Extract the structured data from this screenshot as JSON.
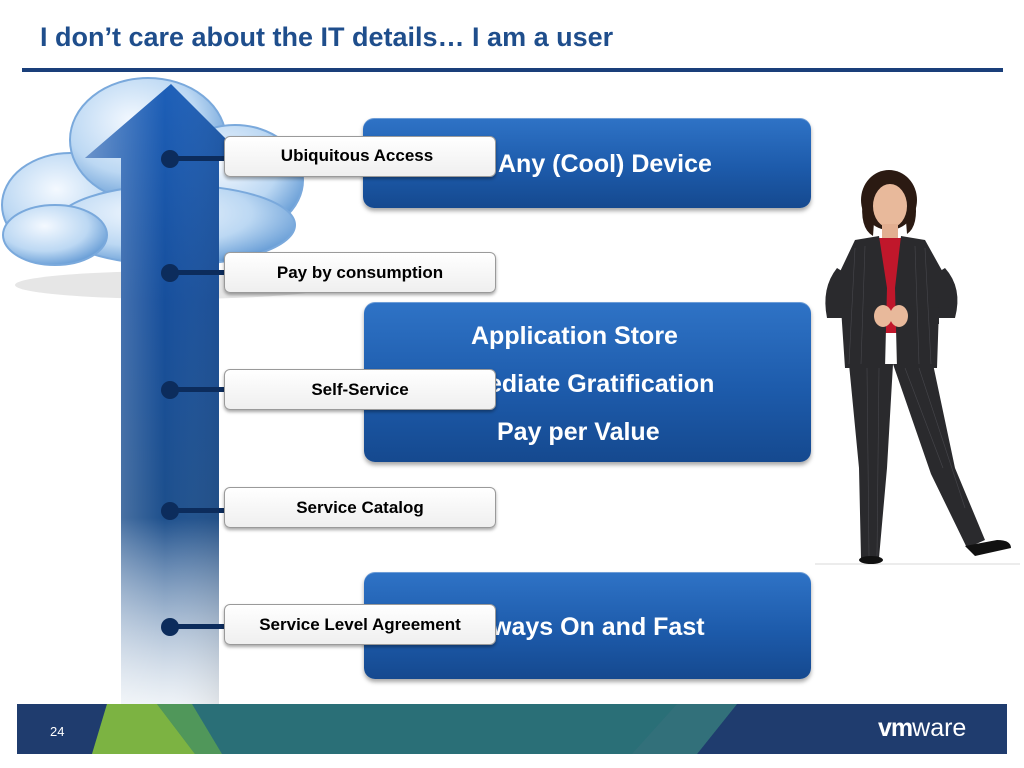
{
  "slide": {
    "title": "I don’t care about the IT details… I am a user",
    "page_number": "24"
  },
  "boxes": {
    "box1": "Any (Cool) Device",
    "box2_line1": "Application Store",
    "box2_line2": "ediate Gratification",
    "box2_line3": "Pay per Value",
    "box3": "ways On and Fast"
  },
  "labels": [
    "Ubiquitous Access",
    "Pay by consumption",
    "Self-Service",
    "Service Catalog",
    "Service Level Agreement"
  ],
  "logo": {
    "vm": "vm",
    "ware": "ware"
  },
  "colors": {
    "title": "#1f4e8c",
    "rule": "#1a3f7a",
    "box_blue": "#1d5bab",
    "connector": "#0c2c5c",
    "footer_green": "#7cb342",
    "footer_teal": "#2a6f77",
    "footer_navy": "#1f3c6e"
  }
}
